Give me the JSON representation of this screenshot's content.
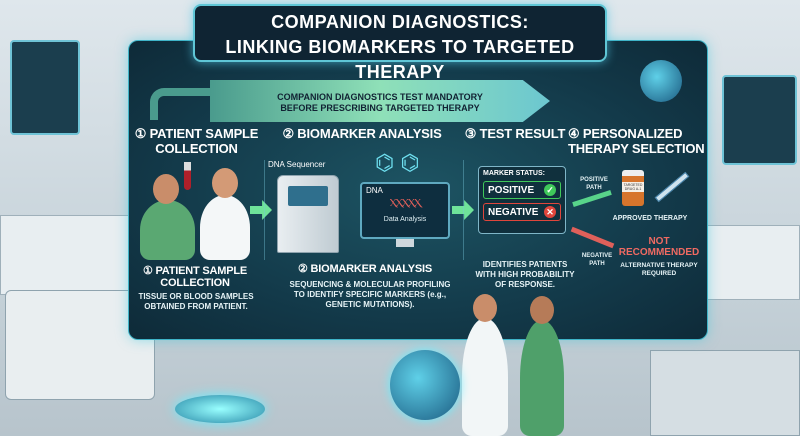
{
  "title": {
    "line1": "COMPANION DIAGNOSTICS:",
    "line2": "LINKING BIOMARKERS TO TARGETED THERAPY"
  },
  "banner": {
    "line1": "COMPANION DIAGNOSTICS TEST MANDATORY",
    "line2": "BEFORE PRESCRIBING TARGETED THERAPY"
  },
  "steps": [
    {
      "heading": "① PATIENT SAMPLE COLLECTION",
      "subheading": "① PATIENT SAMPLE COLLECTION",
      "description": "TISSUE OR BLOOD SAMPLES OBTAINED FROM PATIENT."
    },
    {
      "heading": "② BIOMARKER ANALYSIS",
      "subheading": "② BIOMARKER ANALYSIS",
      "description": "SEQUENCING & MOLECULAR PROFILING TO IDENTIFY SPECIFIC MARKERS (e.g., GENETIC MUTATIONS).",
      "device_label": "DNA Sequencer",
      "screen_title": "DNA",
      "screen_caption": "Data Analysis"
    },
    {
      "heading": "③ TEST RESULT",
      "status_label": "MARKER STATUS:",
      "positive": "POSITIVE",
      "negative": "NEGATIVE",
      "description": "IDENTIFIES PATIENTS WITH HIGH PROBABILITY OF RESPONSE."
    },
    {
      "heading": "④ PERSONALIZED THERAPY SELECTION",
      "positive_path": "POSITIVE PATH",
      "drug_label": "TARGETED DRUG A-1",
      "approved": "APPROVED THERAPY",
      "negative_path": "NEGATIVE PATH",
      "not_recommended": "NOT RECOMMENDED",
      "alternative": "ALTERNATIVE THERAPY REQUIRED"
    }
  ],
  "colors": {
    "positive": "#3fc85a",
    "negative": "#e0463c",
    "accent": "#5fc6d6"
  }
}
